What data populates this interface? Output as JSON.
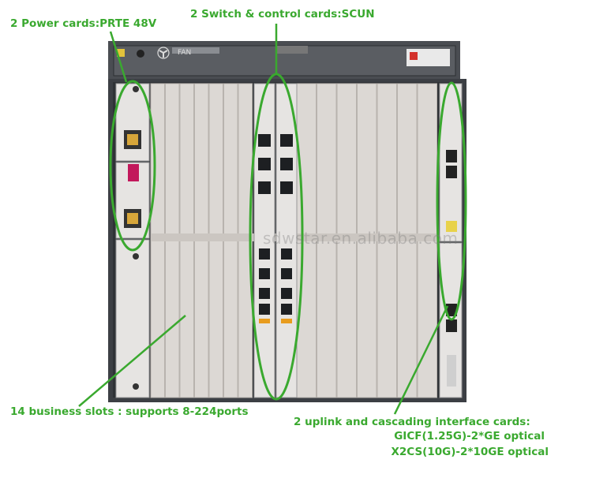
{
  "labels": {
    "power": "2 Power cards:PRTE  48V",
    "switch": "2 Switch & control cards:SCUN",
    "business": "14 business slots : supports 8-224ports",
    "uplink_1": "2  uplink and cascading interface cards:",
    "uplink_2": "GICF(1.25G)-2*GE optical",
    "uplink_3": "X2CS(10G)-2*10GE optical"
  },
  "chassis": {
    "fan_label": "FAN",
    "watermark": "sdwstar.en.alibaba.com"
  },
  "colors": {
    "annotation": "#3aa92f",
    "chassis_frame": "#3c3f44",
    "slot_panel": "#dcd8d4",
    "card_face": "#e6e4e2"
  }
}
